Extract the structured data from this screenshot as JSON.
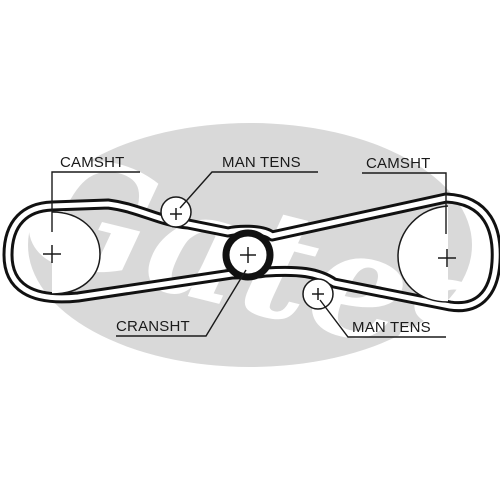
{
  "brand": {
    "watermark": "Gates",
    "watermark_color": "#d9d9d9",
    "watermark_kind": "logo"
  },
  "labels": {
    "camshaft_left": "CAMSHT",
    "tensioner_top": "MAN TENS",
    "camshaft_right": "CAMSHT",
    "crankshaft": "CRANSHT",
    "tensioner_bottom": "MAN TENS"
  },
  "colors": {
    "belt": "#111111",
    "line": "#1a1a1a",
    "background": "#ffffff"
  }
}
